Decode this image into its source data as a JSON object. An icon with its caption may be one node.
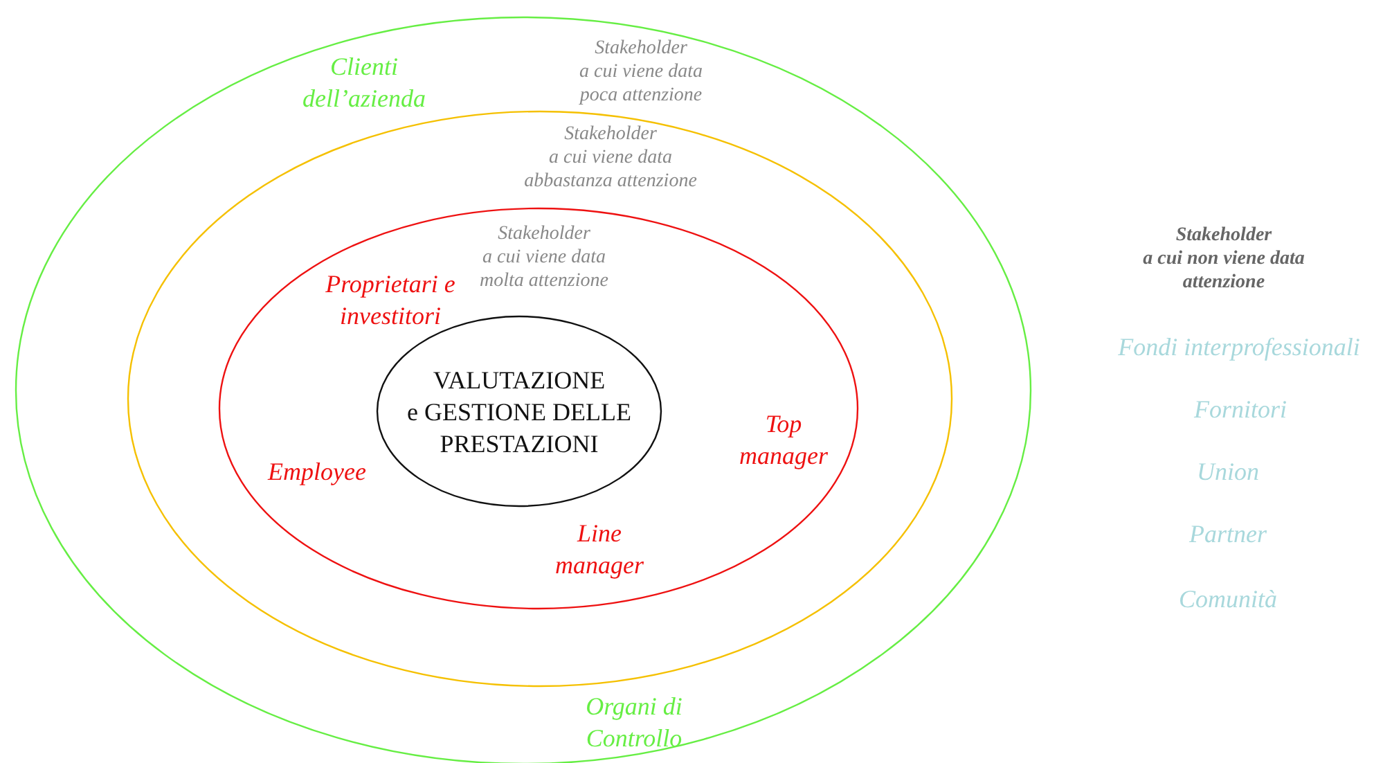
{
  "diagram": {
    "nodes": [
      {
        "text": [
          "Clienti dell’azienda",
          "Stakeholder a cui viene data poca attenzione",
          "Organi di Controllo"
        ]
      },
      {
        "text": [
          "Stakeholder a cui viene data abbastanza attenzione"
        ],
        "in": 0
      },
      {
        "text": [
          "Stakeholder a cui viene data molta attenzione",
          "Proprietari e investitori",
          "Top manager",
          "Employee",
          "Line manager"
        ],
        "in": 1
      },
      {
        "text": [
          "VALUTAZIONE e GESTIONE DELLE PRESTAZIONI"
        ],
        "in": 2
      }
    ],
    "edges": [],
    "labels": [
      "Stakeholder a cui non viene data attenzione",
      "Fondi interprofessionali",
      "Fornitori",
      "Union",
      "Partner",
      "Comunità"
    ]
  }
}
